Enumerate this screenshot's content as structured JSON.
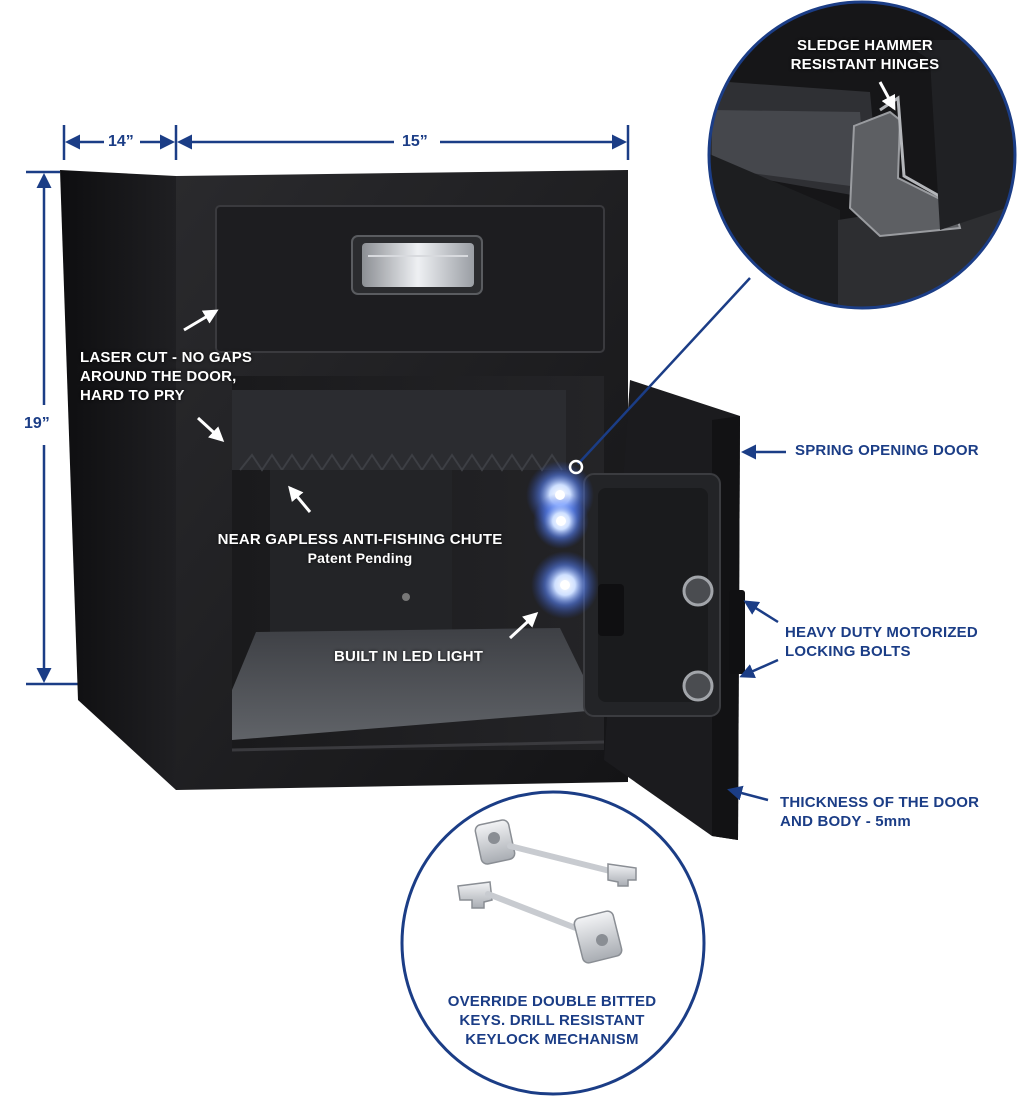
{
  "dimensions": {
    "depth": "14”",
    "width": "15”",
    "height": "19”"
  },
  "callouts": {
    "hinges": [
      "SLEDGE HAMMER",
      "RESISTANT HINGES"
    ],
    "laser_cut": [
      "LASER CUT - NO GAPS",
      "AROUND THE DOOR,",
      "HARD TO PRY"
    ],
    "chute": "NEAR GAPLESS ANTI-FISHING CHUTE",
    "patent": "Patent Pending",
    "led": "BUILT IN LED LIGHT",
    "spring_door": "SPRING OPENING DOOR",
    "bolts": [
      "HEAVY DUTY MOTORIZED",
      "LOCKING BOLTS"
    ],
    "thickness": [
      "THICKNESS OF THE DOOR",
      "AND BODY - 5mm"
    ],
    "keys": [
      "OVERRIDE DOUBLE BITTED",
      "KEYS. DRILL RESISTANT",
      "KEYLOCK MECHANISM"
    ]
  },
  "colors": {
    "accent": "#1b3d86",
    "safe_body": "#1c1c1e",
    "led": "#8fb4ff",
    "carpet": "#55575c"
  }
}
